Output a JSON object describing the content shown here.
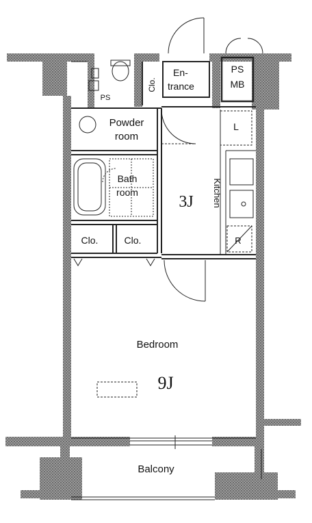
{
  "rooms": {
    "powder_room_line1": "Powder",
    "powder_room_line2": "room",
    "bath_room_line1": "Bath",
    "bath_room_line2": "room",
    "entrance_line1": "En-",
    "entrance_line2": "trance",
    "entrance_closet": "Clo.",
    "ps_mb_line1": "PS",
    "ps_mb_line2": "MB",
    "ps_small": "PS",
    "kitchen": "Kitchen",
    "kitchen_size": "3J",
    "kitchen_l": "L",
    "kitchen_r": "R",
    "closet_left": "Clo.",
    "closet_right": "Clo.",
    "bedroom": "Bedroom",
    "bedroom_size": "9J",
    "balcony": "Balcony"
  },
  "colors": {
    "wall": "#8a8a8a",
    "wall_dark": "#555555",
    "line": "#222222"
  }
}
